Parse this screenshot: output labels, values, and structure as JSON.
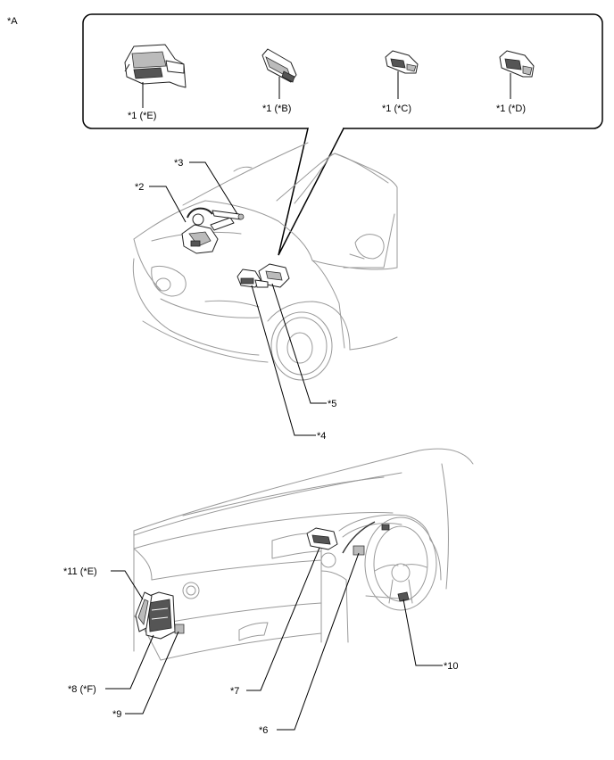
{
  "view_label": "*A",
  "inset_callouts": {
    "ecu_e": "*1 (*E)",
    "ecu_b": "*1 (*B)",
    "ecu_c": "*1 (*C)",
    "ecu_d": "*1 (*D)"
  },
  "engine_callouts": {
    "c2": "*2",
    "c3": "*3",
    "c4": "*4",
    "c5": "*5"
  },
  "dash_callouts": {
    "c6": "*6",
    "c7": "*7",
    "c8": "*8 (*F)",
    "c9": "*9",
    "c10": "*10",
    "c11": "*11 (*E)"
  }
}
